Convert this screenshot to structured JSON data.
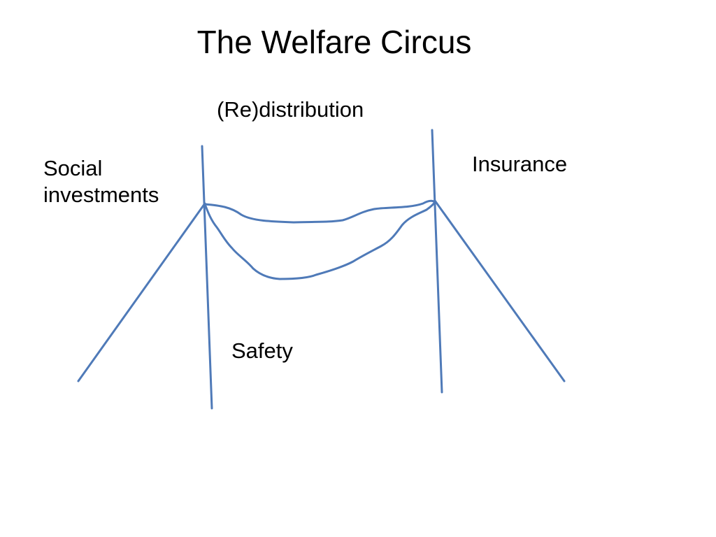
{
  "slide": {
    "title": "The Welfare Circus",
    "labels": {
      "redistribution": "(Re)distribution",
      "social_investments_line1": "Social",
      "social_investments_line2": "investments",
      "insurance": "Insurance",
      "safety": "Safety"
    }
  },
  "colors": {
    "stroke": "#4f7ab8",
    "text": "#000000",
    "background": "#ffffff"
  }
}
